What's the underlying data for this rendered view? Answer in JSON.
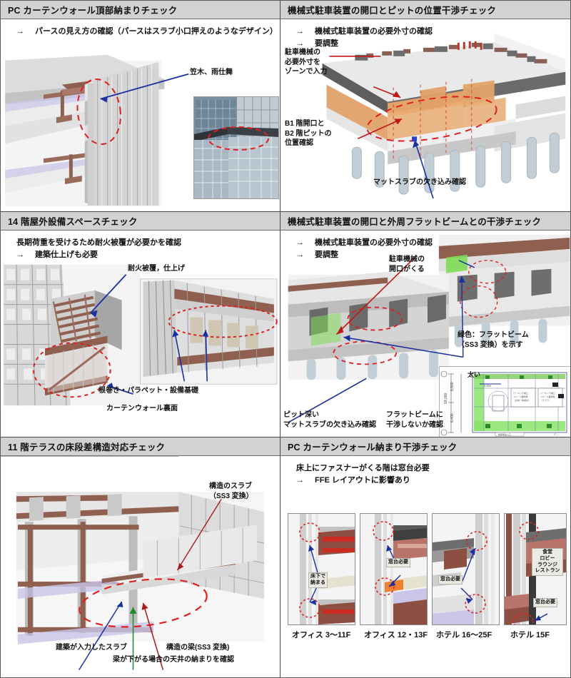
{
  "document": {
    "title": "BIM 整合チェックシート",
    "colors": {
      "header_bg": "#d2d2d2",
      "border": "#4a4a4a",
      "callout_red": "#e02020",
      "arrow_blue": "#1a2fa0",
      "arrow_red": "#c01818",
      "arrow_green": "#1a8a2a",
      "zone_orange": "#e8a568",
      "flat_beam_green": "#7fdc55",
      "slab_violet": "#c9c6e8"
    }
  },
  "panels": [
    {
      "id": "pc-curtainwall-top",
      "title": "PC カーテンウォール頂部納まりチェック",
      "bullets": [
        {
          "arrow": "→",
          "text": "パースの見え方の確認（パースはスラブ小口押えのようなデザイン）"
        }
      ],
      "labels": [
        {
          "name": "kasagi-amajimai",
          "text": "笠木、雨仕舞"
        }
      ]
    },
    {
      "id": "mechanical-parking-pit",
      "title": "機械式駐車装置の開口とピットの位置干渉チェック",
      "bullets": [
        {
          "arrow": "→",
          "text": "機械式駐車装置の必要外寸の確認"
        },
        {
          "arrow": "→",
          "text": "要調整"
        }
      ],
      "labels": [
        {
          "name": "parking-zone-input",
          "text": "駐車機械の\n必要外寸を\nゾーンで入力"
        },
        {
          "name": "b1-b2-position",
          "text": "B1 階開口と\nB2 階ピットの\n位置確認"
        },
        {
          "name": "mat-slab-notch",
          "text": "マットスラブの欠き込み確認"
        }
      ]
    },
    {
      "id": "floor14-outdoor-equipment",
      "title": "14 階屋外設備スペースチェック",
      "bullets": [
        {
          "arrow": "",
          "text": "長期荷重を受けるため耐火被覆が必要かを確認"
        },
        {
          "arrow": "→",
          "text": "建築仕上げも必要"
        }
      ],
      "labels": [
        {
          "name": "fireproofing-finish",
          "text": "耐火被覆，仕上げ"
        },
        {
          "name": "nemaki-parapet-base",
          "text": "根巻き・パラペット・設備基礎"
        },
        {
          "name": "curtainwall-backside",
          "text": "カーテンウォール裏面"
        }
      ]
    },
    {
      "id": "parking-flatbeam",
      "title": "機械式駐車装置の開口と外周フラットビームとの干渉チェック",
      "bullets": [
        {
          "arrow": "→",
          "text": "機械式駐車装置の必要外寸の確認"
        },
        {
          "arrow": "→",
          "text": "要調整"
        }
      ],
      "labels": [
        {
          "name": "parking-opening",
          "text": "駐車機械の\n開口がくる"
        },
        {
          "name": "green-flatbeam",
          "text": "緑色：フラットビーム\n（SS3 変換）を示す"
        },
        {
          "name": "thick-note",
          "text": "太い"
        },
        {
          "name": "pit-deep",
          "text": "ピット深い\nマットスラブの欠き込み確認"
        },
        {
          "name": "flatbeam-clash",
          "text": "フラットビームに\n干渉しないか確認"
        }
      ]
    },
    {
      "id": "floor11-terrace-step",
      "title": "11 階テラスの床段差構造対応チェック",
      "bullets": [],
      "labels": [
        {
          "name": "structural-slab",
          "text": "構造のスラブ\n（SS3 変換）"
        },
        {
          "name": "arch-input-slab",
          "text": "建築が入力したスラブ"
        },
        {
          "name": "structural-beam",
          "text": "構造の梁(SS3 変換)"
        },
        {
          "name": "ceiling-check",
          "text": "梁が下がる場合の天井の納まりを確認"
        }
      ]
    },
    {
      "id": "pc-curtainwall-clash",
      "title": "PC カーテンウォール納まり干渉チェック",
      "bullets": [
        {
          "arrow": "",
          "text": "床上にファスナーがくる階は窓台必要"
        },
        {
          "arrow": "→",
          "text": "FFE レイアウトに影響あり"
        }
      ],
      "thumbnails": [
        {
          "name": "office-3-11f",
          "caption": "オフィス 3〜11F",
          "note": "床下で\n納まる"
        },
        {
          "name": "office-12-13f",
          "caption": "オフィス 12・13F",
          "note": "窓台必要"
        },
        {
          "name": "hotel-16-25f",
          "caption": "ホテル 16〜25F",
          "note": "窓台必要"
        },
        {
          "name": "hotel-15f",
          "caption": "ホテル 15F",
          "note": "窓台必要",
          "room_list": "食堂\nロビー\nラウンジ\nレストラン"
        }
      ]
    }
  ]
}
